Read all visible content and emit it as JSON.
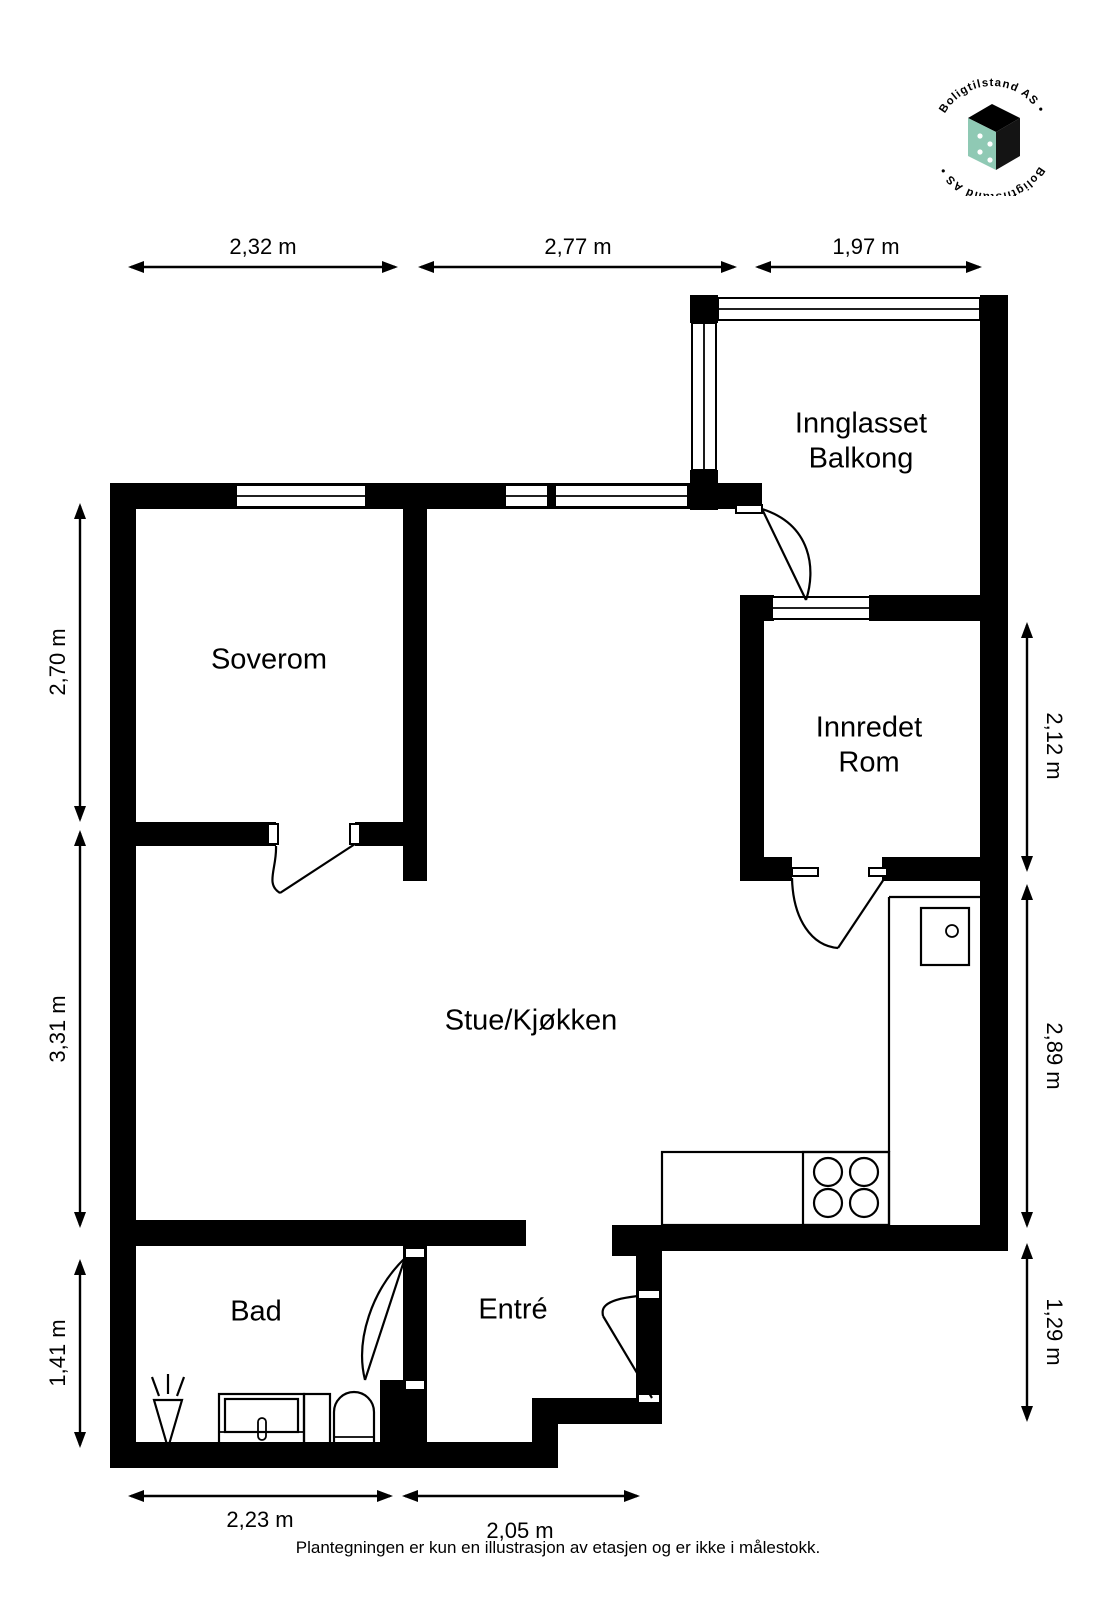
{
  "document": {
    "type": "floor-plan",
    "footer_note": "Plantegningen er kun en illustrasjon av etasjen og er ikke i målestokk."
  },
  "logo": {
    "name": "boligtilstand-logo",
    "ring_text_top": "Boligtilstand AS •",
    "ring_text_bottom": "Boligtilstand AS •",
    "full_text": "Boligtilstand AS • Boligtilstand AS •",
    "icon": "house-3d-icon",
    "body_color": "#8FC9B4",
    "roof_color": "#000000"
  },
  "rooms": [
    {
      "id": "soverom",
      "label": "Soverom"
    },
    {
      "id": "stue-kjokken",
      "label": "Stue/Kjøkken"
    },
    {
      "id": "innglasset-balkong",
      "label_line1": "Innglasset",
      "label_line2": "Balkong"
    },
    {
      "id": "innredet-rom",
      "label_line1": "Innredet",
      "label_line2": "Rom"
    },
    {
      "id": "bad",
      "label": "Bad"
    },
    {
      "id": "entre",
      "label": "Entré"
    }
  ],
  "dimensions": {
    "top": [
      {
        "id": "top-1",
        "value": "2,32 m"
      },
      {
        "id": "top-2",
        "value": "2,77 m"
      },
      {
        "id": "top-3",
        "value": "1,97 m"
      }
    ],
    "left": [
      {
        "id": "left-1",
        "value": "2,70 m"
      },
      {
        "id": "left-2",
        "value": "3,31 m"
      },
      {
        "id": "left-3",
        "value": "1,41 m"
      }
    ],
    "right": [
      {
        "id": "right-1",
        "value": "2,12 m"
      },
      {
        "id": "right-2",
        "value": "2,89 m"
      },
      {
        "id": "right-3",
        "value": "1,29 m"
      }
    ],
    "bottom": [
      {
        "id": "bottom-1",
        "value": "2,23 m"
      },
      {
        "id": "bottom-2",
        "value": "2,05 m"
      }
    ]
  },
  "fixtures": [
    {
      "id": "shower-drain",
      "name": "shower-drain-icon",
      "room": "bad"
    },
    {
      "id": "sink-vanity",
      "name": "sink-icon",
      "room": "bad"
    },
    {
      "id": "cabinet",
      "name": "cabinet-icon",
      "room": "bad"
    },
    {
      "id": "toilet",
      "name": "toilet-icon",
      "room": "bad"
    },
    {
      "id": "stove",
      "name": "stove-icon",
      "room": "stue-kjokken",
      "burners": 4
    },
    {
      "id": "kitchen-counter",
      "name": "counter-icon",
      "room": "stue-kjokken"
    },
    {
      "id": "kitchen-sink",
      "name": "kitchen-sink-icon",
      "room": "stue-kjokken"
    }
  ],
  "colors": {
    "wall": "#000000",
    "background": "#ffffff",
    "logo_accent": "#8FC9B4"
  }
}
